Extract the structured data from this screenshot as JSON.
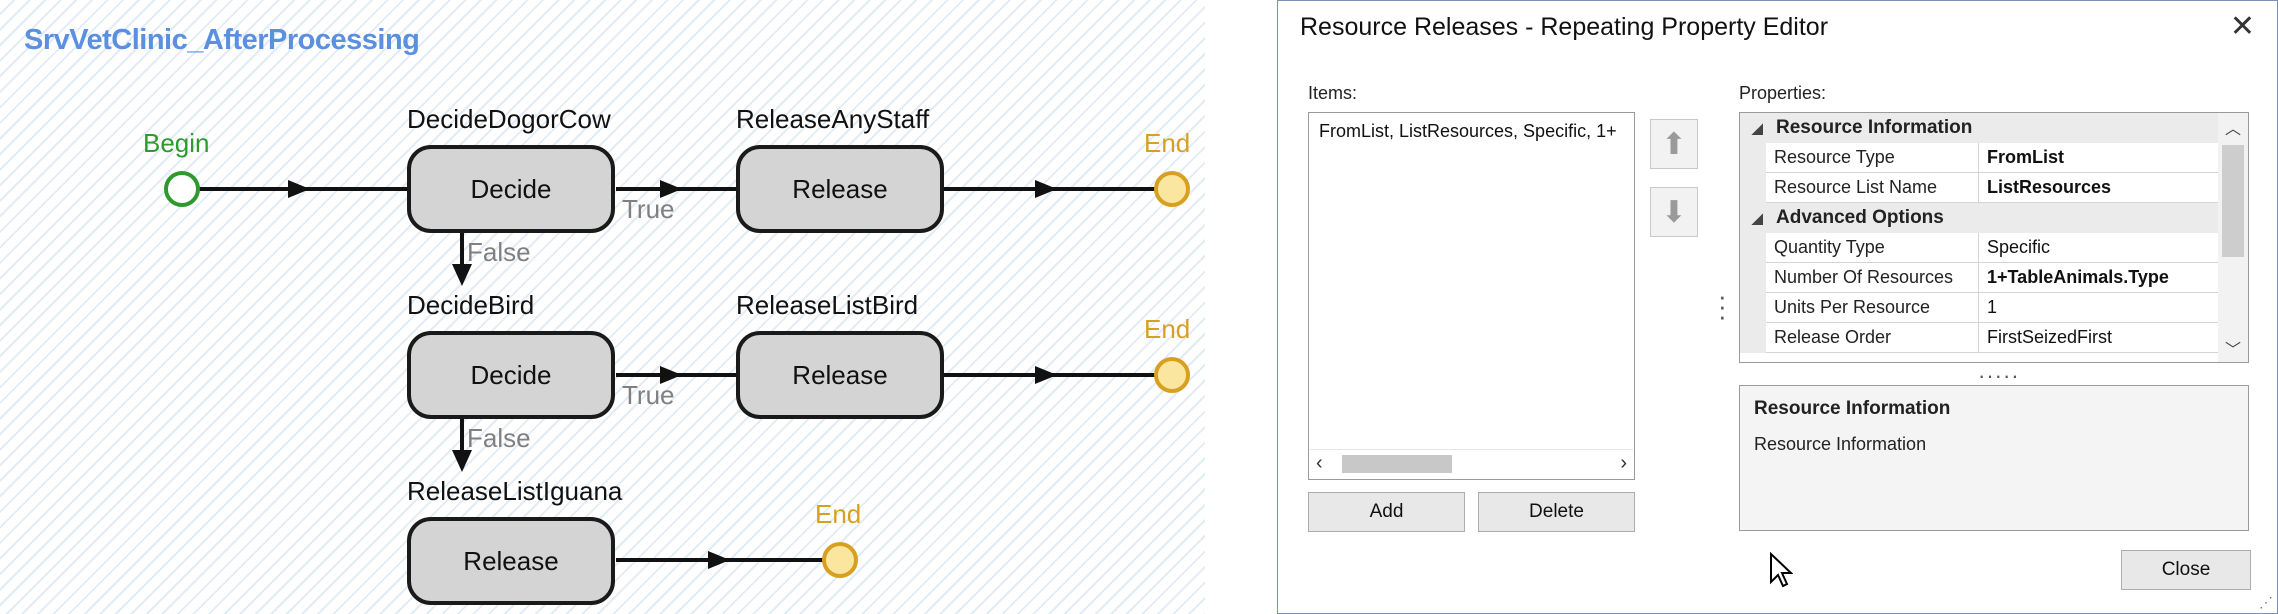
{
  "process": {
    "title": "SrvVetClinic_AfterProcessing",
    "begin_label": "Begin",
    "end_label": "End",
    "true_label": "True",
    "false_label": "False",
    "nodes": [
      {
        "name": "DecideDogorCow",
        "type": "Decide"
      },
      {
        "name": "ReleaseAnyStaff",
        "type": "Release"
      },
      {
        "name": "DecideBird",
        "type": "Decide"
      },
      {
        "name": "ReleaseListBird",
        "type": "Release"
      },
      {
        "name": "ReleaseListIguana",
        "type": "Release"
      }
    ]
  },
  "dialog": {
    "title": "Resource Releases - Repeating Property Editor",
    "items_label": "Items:",
    "properties_label": "Properties:",
    "items": [
      "FromList, ListResources, Specific, 1+"
    ],
    "add_label": "Add",
    "delete_label": "Delete",
    "close_label": "Close",
    "categories": [
      {
        "name": "Resource Information",
        "rows": [
          {
            "name": "Resource Type",
            "value": "FromList",
            "bold": true
          },
          {
            "name": "Resource List Name",
            "value": "ListResources",
            "bold": true
          }
        ]
      },
      {
        "name": "Advanced Options",
        "rows": [
          {
            "name": "Quantity Type",
            "value": "Specific",
            "bold": false
          },
          {
            "name": "Number Of Resources",
            "value": "1+TableAnimals.Type",
            "bold": true
          },
          {
            "name": "Units Per Resource",
            "value": "1",
            "bold": false
          },
          {
            "name": "Release Order",
            "value": "FirstSeizedFirst",
            "bold": false
          }
        ]
      }
    ],
    "description": {
      "title": "Resource Information",
      "text": "Resource Information"
    }
  },
  "colors": {
    "process_title": "#5b8fe0",
    "begin": "#2e9a2e",
    "end": "#d8a020",
    "node_fill": "#d4d4d4",
    "branch_label": "#808080"
  },
  "icons": {
    "move_up": "arrow-up-icon",
    "move_down": "arrow-down-icon",
    "close": "close-icon"
  }
}
